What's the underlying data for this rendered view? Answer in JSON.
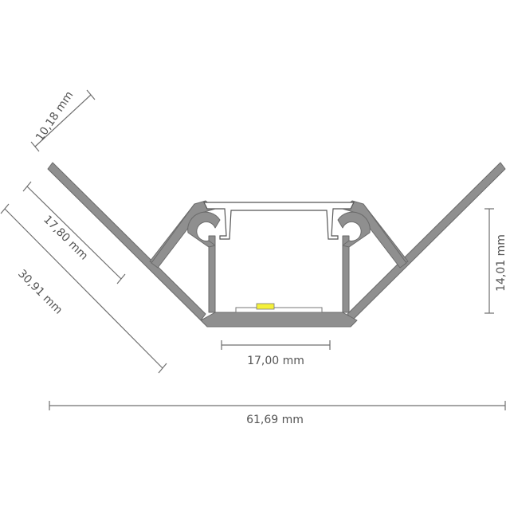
{
  "figure": {
    "product": "Corner LED aluminium profile cross-section",
    "dimensions": {
      "top_wing": "10,18 mm",
      "middle_wing": "17,80 mm",
      "total_wing": "30,91 mm",
      "channel_height": "14,01 mm",
      "channel_width": "17,00 mm",
      "total_width": "61,69 mm"
    },
    "colors": {
      "profile": "#8f8f8f",
      "dimension_lines": "#6f6f6f",
      "led": "#f4f03a"
    }
  }
}
